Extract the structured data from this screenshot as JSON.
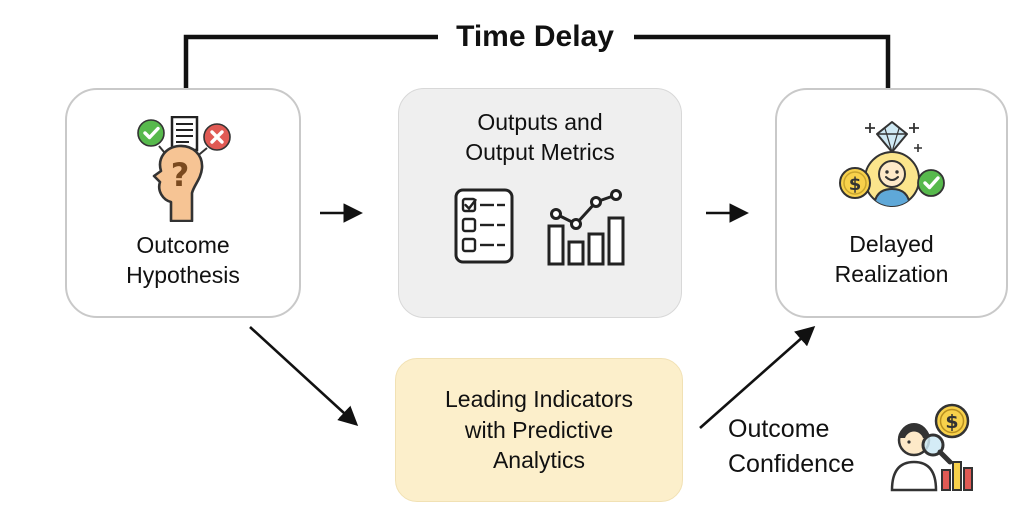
{
  "title": "Time Delay",
  "nodes": {
    "outcome_hypothesis": {
      "label": "Outcome\nHypothesis",
      "icon": "head-question-icon"
    },
    "output_metrics": {
      "label": "Outputs and\nOutput Metrics",
      "icons": [
        "checklist-icon",
        "bar-chart-icon"
      ]
    },
    "delayed_realization": {
      "label": "Delayed\nRealization",
      "icon": "reward-person-icon"
    },
    "leading_indicators": {
      "label": "Leading Indicators\nwith Predictive\nAnalytics"
    }
  },
  "annotations": {
    "outcome_confidence": {
      "label": "Outcome\nConfidence",
      "icon": "analyst-search-icon"
    }
  },
  "colors": {
    "line": "#111111",
    "box_border": "#c9c9c9",
    "box_fill": "#ffffff",
    "metrics_fill": "#efefef",
    "leading_fill": "#fcefcb",
    "green": "#57b94c",
    "red": "#e05a54",
    "yellow": "#f8d14b",
    "blue": "#5fa8d8",
    "skin": "#f6c494"
  }
}
